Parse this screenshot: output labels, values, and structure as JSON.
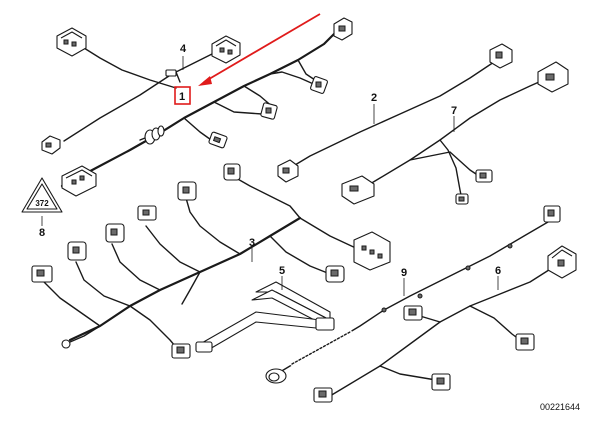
{
  "diagram": {
    "callouts": [
      {
        "id": "c1",
        "label": "1"
      },
      {
        "id": "c2",
        "label": "2"
      },
      {
        "id": "c3",
        "label": "3"
      },
      {
        "id": "c4",
        "label": "4"
      },
      {
        "id": "c5",
        "label": "5"
      },
      {
        "id": "c6",
        "label": "6"
      },
      {
        "id": "c7",
        "label": "7"
      },
      {
        "id": "c8",
        "label": "8"
      },
      {
        "id": "c9",
        "label": "9"
      }
    ],
    "reference_number": "00221644",
    "symbol_text": "372",
    "colors": {
      "line": "#1a1a1a",
      "highlight": "#e01b1b",
      "background": "#ffffff"
    }
  }
}
